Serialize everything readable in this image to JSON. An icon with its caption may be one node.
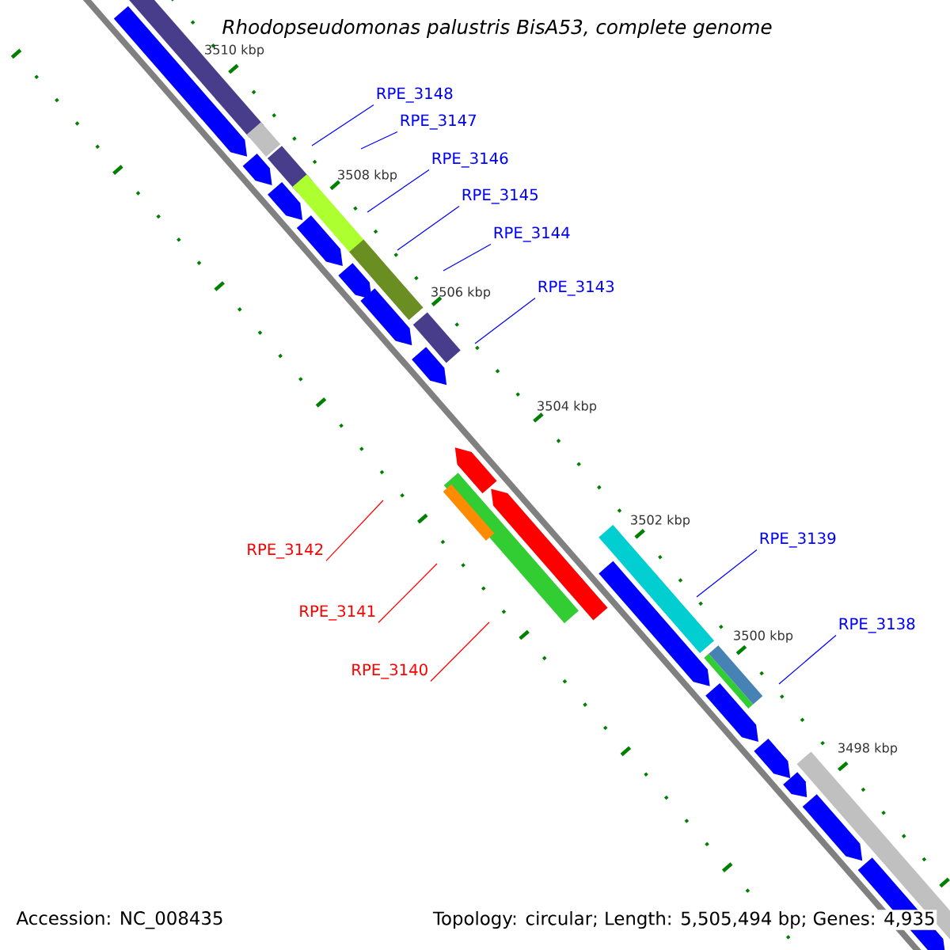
{
  "diagram": {
    "title": "Rhodopseudomonas palustris BisA53, complete genome",
    "nodes": [
      {
        "text": [
          "RPE_3148"
        ]
      },
      {
        "text": [
          "RPE_3147"
        ]
      },
      {
        "text": [
          "RPE_3146"
        ]
      },
      {
        "text": [
          "RPE_3145"
        ]
      },
      {
        "text": [
          "RPE_3144"
        ]
      },
      {
        "text": [
          "RPE_3143"
        ]
      },
      {
        "text": [
          "RPE_3139"
        ]
      },
      {
        "text": [
          "RPE_3142"
        ]
      },
      {
        "text": [
          "RPE_3141"
        ]
      },
      {
        "text": [
          "RPE_3138"
        ]
      },
      {
        "text": [
          "RPE_3140"
        ]
      }
    ],
    "edges": [
      {
        "from": 0,
        "to": null,
        "arrow": "none"
      },
      {
        "from": 1,
        "to": null,
        "arrow": "none"
      },
      {
        "from": 2,
        "to": null,
        "arrow": "none"
      },
      {
        "from": 3,
        "to": null,
        "arrow": "none"
      },
      {
        "from": 4,
        "to": null,
        "arrow": "none"
      },
      {
        "from": 5,
        "to": null,
        "arrow": "none"
      },
      {
        "from": 6,
        "to": null,
        "arrow": "none"
      },
      {
        "from": 7,
        "to": null,
        "arrow": "none",
        "color": "#ff0000"
      },
      {
        "from": 8,
        "to": null,
        "arrow": "none",
        "color": "#ff0000"
      },
      {
        "from": 9,
        "to": null,
        "arrow": "none"
      },
      {
        "from": 10,
        "to": null,
        "arrow": "none",
        "color": "#ff0000"
      }
    ],
    "labels": [
      "3510 kbp",
      "3508 kbp",
      "3506 kbp",
      "3504 kbp",
      "3502 kbp",
      "3500 kbp",
      "3498 kbp",
      "Accession: NC_008435",
      "Topology: circular; Length: 5,505,494 bp; Genes: 4,935"
    ]
  }
}
